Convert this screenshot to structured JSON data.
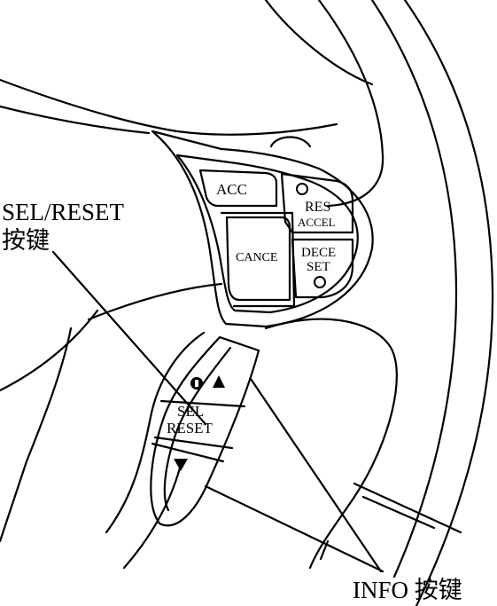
{
  "callouts": {
    "sel_reset_line1": "SEL/RESET",
    "sel_reset_line2": "按键",
    "info": "INFO 按键"
  },
  "buttons": {
    "acc": "ACC",
    "res": "RES",
    "accel": "ACCEL",
    "cancel": "CANCE",
    "dece": "DECE",
    "set": "SET",
    "sel": "SEL",
    "reset": "RESET"
  },
  "icons": {
    "info_up": "info-up-triangle-icon",
    "info_down": "info-down-triangle-icon",
    "trip": "trip-circle-icon",
    "indicator_res": "circle-indicator-icon",
    "indicator_set": "circle-indicator-icon"
  },
  "colors": {
    "ink": "#000000",
    "paper": "#ffffff"
  }
}
